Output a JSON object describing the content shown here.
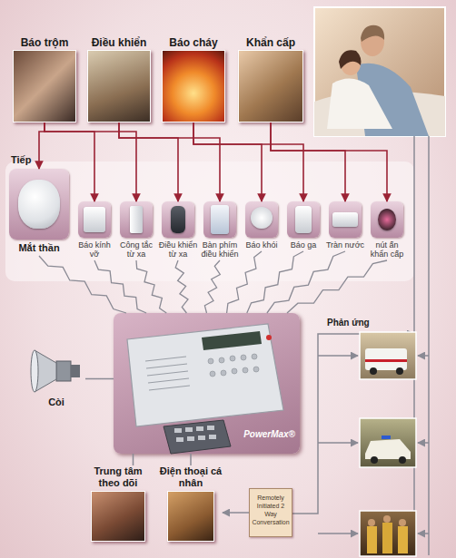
{
  "diagram": {
    "nodes": [
      {
        "text": [
          "Báo trộm"
        ]
      },
      {
        "text": [
          "Điều khiển"
        ]
      },
      {
        "text": [
          "Báo cháy"
        ]
      },
      {
        "text": [
          "Khẩn cấp"
        ]
      },
      {
        "text": [
          "Mắt thần"
        ]
      },
      {
        "text": [
          "Báo kính vỡ"
        ]
      },
      {
        "text": [
          "Công tắc từ xa"
        ]
      },
      {
        "text": [
          "Điều khiển từ xa"
        ]
      },
      {
        "text": [
          "Bàn phím điều khiển"
        ]
      },
      {
        "text": [
          "Báo khói"
        ]
      },
      {
        "text": [
          "Báo ga"
        ]
      },
      {
        "text": [
          "Tràn nước"
        ]
      },
      {
        "text": [
          "nút ấn khẩn cấp"
        ]
      },
      {
        "text": [
          "PowerMax®"
        ]
      },
      {
        "text": [
          "Còi"
        ]
      },
      {
        "text": [
          "Trung tâm theo dõi"
        ]
      },
      {
        "text": [
          "Điện thoại cá nhân"
        ]
      },
      {
        "text": [
          "Remotely Initiated 2 Way Conversation"
        ]
      }
    ],
    "edges": [
      {
        "from": 0,
        "to": 4,
        "arrow": "to"
      },
      {
        "from": 0,
        "to": 5,
        "arrow": "to"
      },
      {
        "from": 0,
        "to": 6,
        "arrow": "to"
      },
      {
        "from": 1,
        "to": 7,
        "arrow": "to"
      },
      {
        "from": 1,
        "to": 8,
        "arrow": "to"
      },
      {
        "from": 2,
        "to": 9,
        "arrow": "to"
      },
      {
        "from": 2,
        "to": 10,
        "arrow": "to"
      },
      {
        "from": 3,
        "to": 11,
        "arrow": "to"
      },
      {
        "from": 3,
        "to": 12,
        "arrow": "to"
      },
      {
        "from": 4,
        "to": 13,
        "arrow": "none"
      },
      {
        "from": 5,
        "to": 13,
        "arrow": "none"
      },
      {
        "from": 6,
        "to": 13,
        "arrow": "none"
      },
      {
        "from": 7,
        "to": 13,
        "arrow": "none"
      },
      {
        "from": 8,
        "to": 13,
        "arrow": "none"
      },
      {
        "from": 9,
        "to": 13,
        "arrow": "none"
      },
      {
        "from": 10,
        "to": 13,
        "arrow": "none"
      },
      {
        "from": 11,
        "to": 13,
        "arrow": "none"
      },
      {
        "from": 12,
        "to": 13,
        "arrow": "none"
      },
      {
        "from": 13,
        "to": 14,
        "arrow": "none"
      },
      {
        "from": 13,
        "to": 15,
        "arrow": "none"
      },
      {
        "from": 13,
        "to": 16,
        "arrow": "none"
      },
      {
        "from": 17,
        "to": 16,
        "arrow": "to"
      }
    ],
    "labels": [
      "Tiếp",
      "Phản ứng"
    ]
  }
}
